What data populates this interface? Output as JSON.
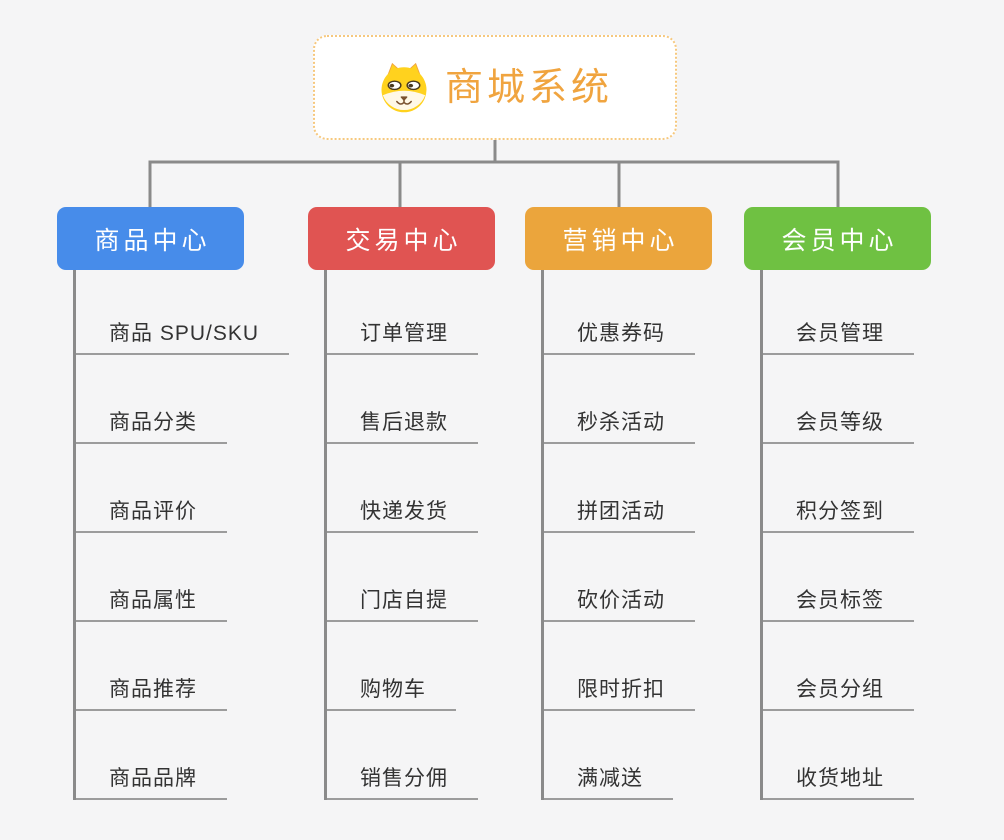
{
  "root": {
    "label": "商城系统",
    "icon": "dog-face-icon",
    "text_color": "#F0A43F",
    "border_color": "#F6C87E"
  },
  "connector_color": "#8A8A8A",
  "underline_color": "#9C9C9C",
  "branches": [
    {
      "label": "商品中心",
      "color": "#478CEA",
      "items": [
        "商品 SPU/SKU",
        "商品分类",
        "商品评价",
        "商品属性",
        "商品推荐",
        "商品品牌"
      ]
    },
    {
      "label": "交易中心",
      "color": "#E05452",
      "items": [
        "订单管理",
        "售后退款",
        "快递发货",
        "门店自提",
        "购物车",
        "销售分佣"
      ]
    },
    {
      "label": "营销中心",
      "color": "#EBA53C",
      "items": [
        "优惠券码",
        "秒杀活动",
        "拼团活动",
        "砍价活动",
        "限时折扣",
        "满减送"
      ]
    },
    {
      "label": "会员中心",
      "color": "#6FC142",
      "items": [
        "会员管理",
        "会员等级",
        "积分签到",
        "会员标签",
        "会员分组",
        "收货地址"
      ]
    }
  ]
}
